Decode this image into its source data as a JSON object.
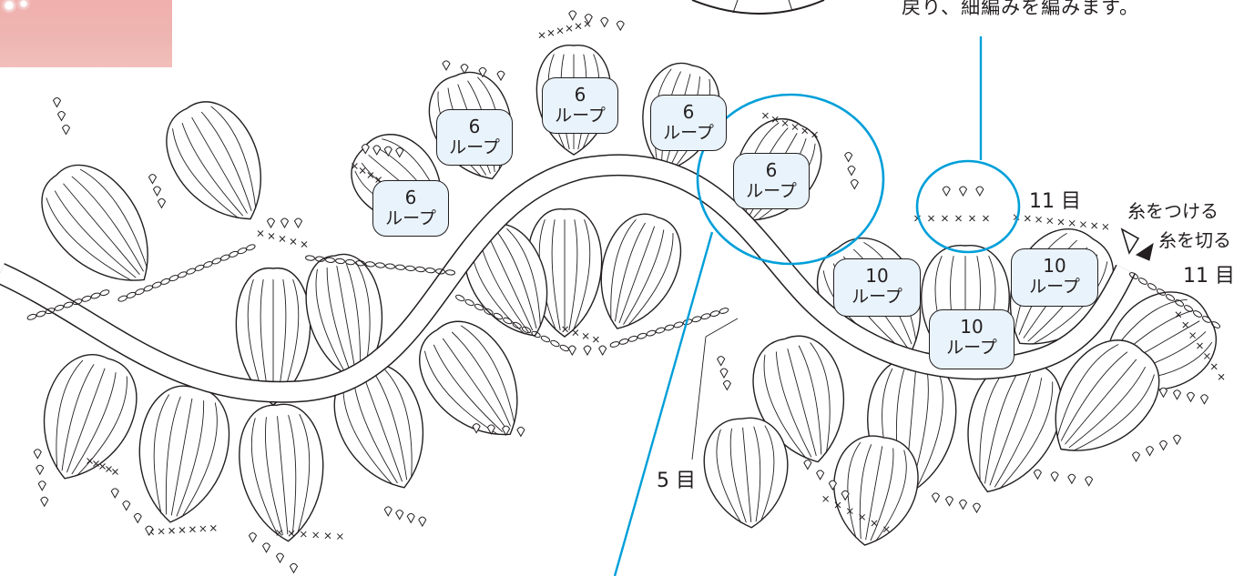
{
  "labels": {
    "note": "戻り、細編みを編みます。",
    "count_11_top": "11 目",
    "attach_yarn": "糸をつける",
    "cut_yarn": "糸を切る",
    "count_11_right": "11 目",
    "count_5": "5 目"
  },
  "loops": [
    {
      "count": "6",
      "unit": "ループ"
    },
    {
      "count": "6",
      "unit": "ループ"
    },
    {
      "count": "6",
      "unit": "ループ"
    },
    {
      "count": "6",
      "unit": "ループ"
    },
    {
      "count": "6",
      "unit": "ループ"
    },
    {
      "count": "10",
      "unit": "ループ"
    },
    {
      "count": "10",
      "unit": "ループ"
    },
    {
      "count": "10",
      "unit": "ループ"
    }
  ],
  "colors": {
    "line": "#231f20",
    "highlight": "#009fd9",
    "badge_fill": "#e9f3fb",
    "photo": "#f0b0ad"
  }
}
